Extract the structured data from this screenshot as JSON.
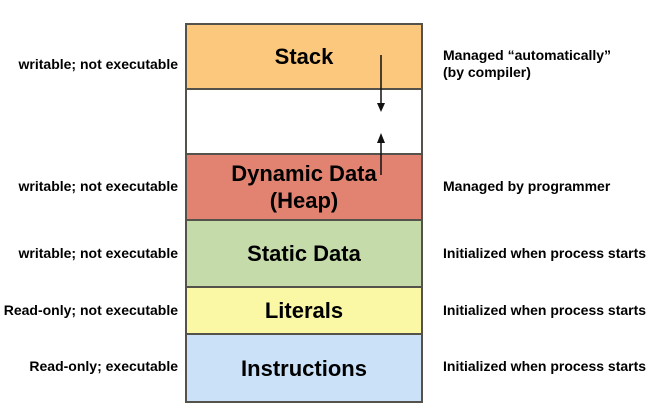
{
  "diagram": {
    "background": "#ffffff",
    "border_color": "#54524a",
    "text_color": "#000000",
    "sections": [
      {
        "id": "stack",
        "label": "Stack",
        "fill": "#FCC87D",
        "left_label": "writable; not executable",
        "right_label": "Managed “automatically”",
        "right_label_line2": "(by compiler)"
      },
      {
        "id": "gap",
        "label": "",
        "fill": "#FFFFFF",
        "left_label": "",
        "right_label": ""
      },
      {
        "id": "heap",
        "label": "Dynamic Data",
        "label_line2": "(Heap)",
        "fill": "#E28372",
        "left_label": "writable; not executable",
        "right_label": "Managed by programmer"
      },
      {
        "id": "static",
        "label": "Static Data",
        "fill": "#C5DBA9",
        "left_label": "writable; not executable",
        "right_label": "Initialized when process starts"
      },
      {
        "id": "literals",
        "label": "Literals",
        "fill": "#FAF8A5",
        "left_label": "Read-only; not executable",
        "right_label": "Initialized when process starts"
      },
      {
        "id": "instructions",
        "label": "Instructions",
        "fill": "#CAE1F8",
        "left_label": "Read-only; executable",
        "right_label": "Initialized when process starts"
      }
    ],
    "arrows": [
      {
        "id": "stack-grows-down",
        "direction": "down"
      },
      {
        "id": "heap-grows-up",
        "direction": "up"
      }
    ]
  }
}
